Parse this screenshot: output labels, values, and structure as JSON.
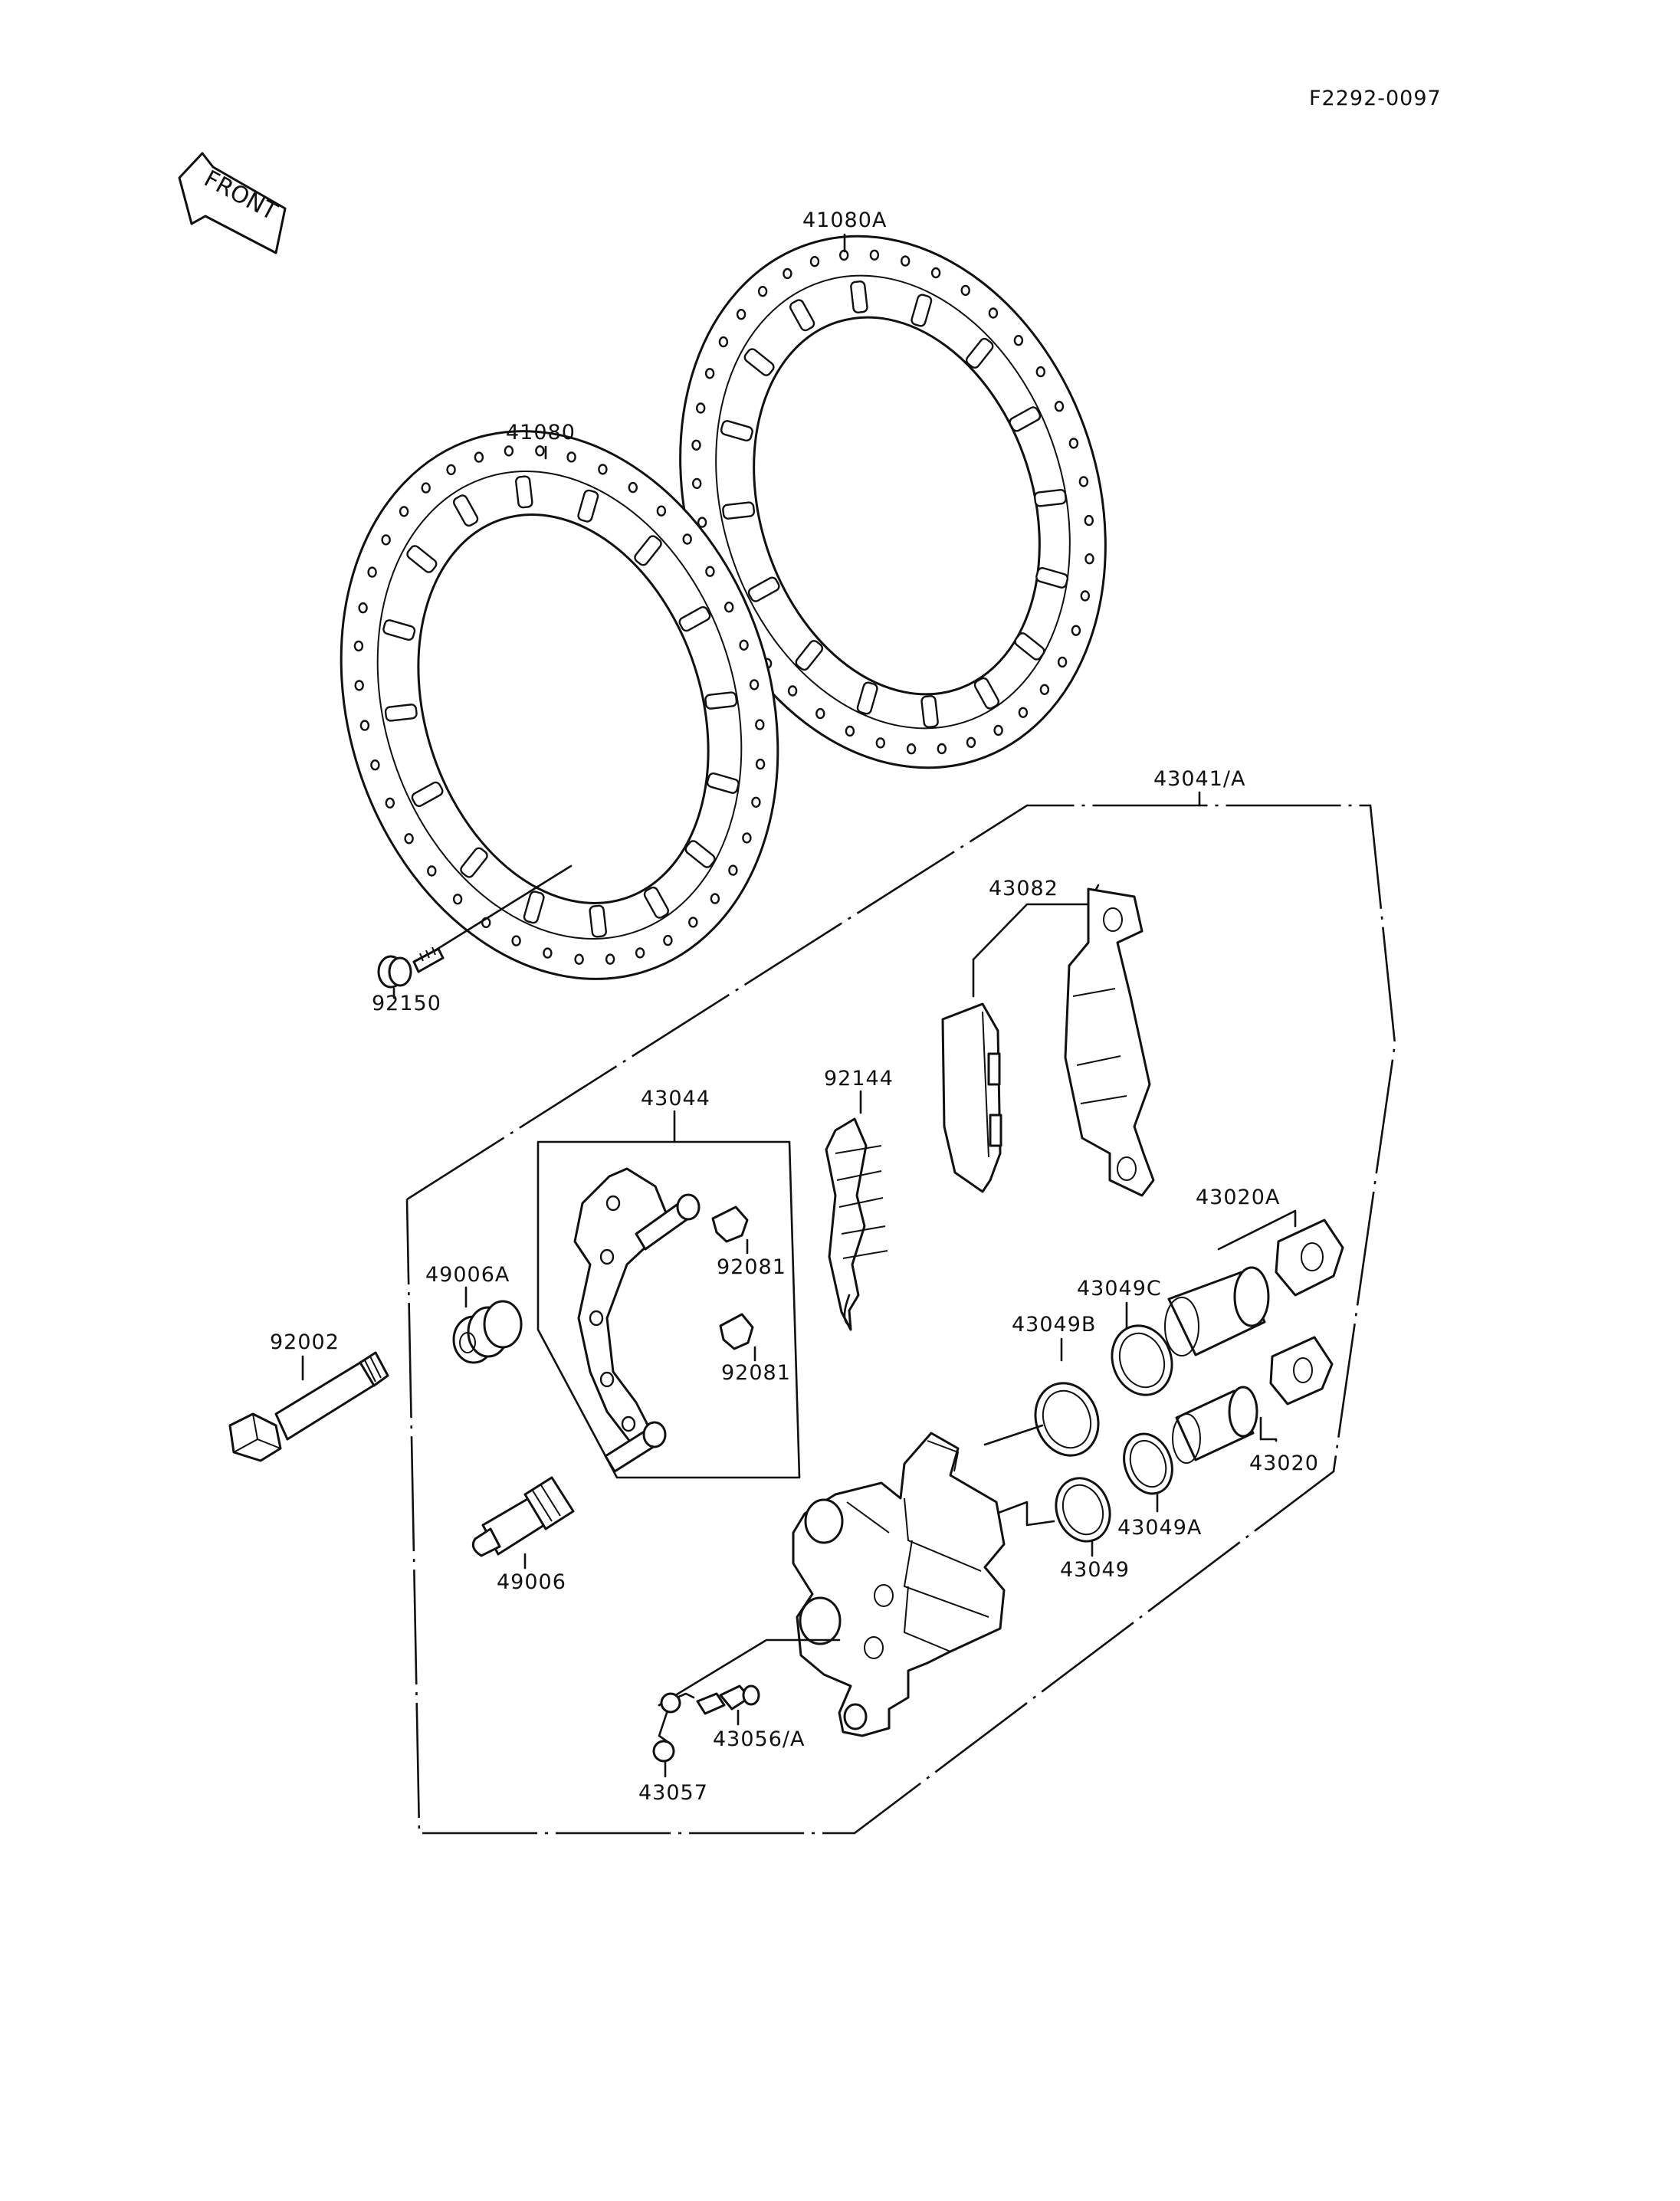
{
  "doc_id": "F2292-0097",
  "front_label": "FRONT",
  "parts": {
    "disc_a": "41080A",
    "disc": "41080",
    "disc_bolt": "92150",
    "caliper_assy": "43041/A",
    "pad_set": "43082",
    "pad_spring": "92144",
    "bracket": "43044",
    "clip_upper": "92081",
    "clip_lower": "92081",
    "boot_a": "49006A",
    "boot": "49006",
    "mount_bolt": "92002",
    "piston_a": "43020A",
    "piston": "43020",
    "seal_c": "43049C",
    "seal_b": "43049B",
    "seal_a": "43049A",
    "seal": "43049",
    "bleeder": "43056/A",
    "bleeder_cap": "43057"
  }
}
